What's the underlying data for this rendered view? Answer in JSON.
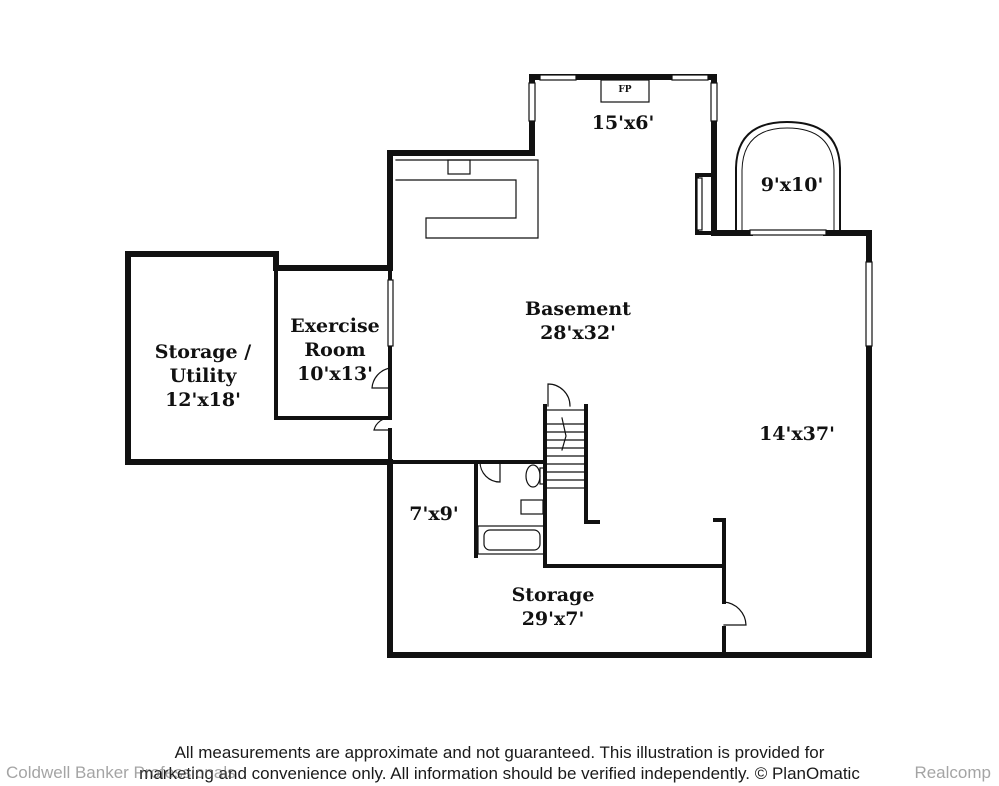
{
  "rooms": {
    "storage_utility": {
      "name_line1": "Storage /",
      "name_line2": "Utility",
      "size": "12'x18'"
    },
    "exercise_room": {
      "name_line1": "Exercise",
      "name_line2": "Room",
      "size": "10'x13'"
    },
    "basement": {
      "name": "Basement",
      "size": "28'x32'"
    },
    "nook": {
      "size": "15'x6'"
    },
    "bay": {
      "size": "9'x10'"
    },
    "east_wing": {
      "size": "14'x37'"
    },
    "small_room": {
      "size": "7'x9'"
    },
    "storage": {
      "name": "Storage",
      "size": "29'x7'"
    }
  },
  "fireplace_label": "FP",
  "disclaimer": {
    "line1": "All measurements are approximate and not guaranteed. This illustration is provided for",
    "line2": "marketing and convenience only. All information should be verified independently. © PlanOmatic"
  },
  "watermarks": {
    "left": "Coldwell Banker Professionals",
    "right": "Realcomp"
  }
}
